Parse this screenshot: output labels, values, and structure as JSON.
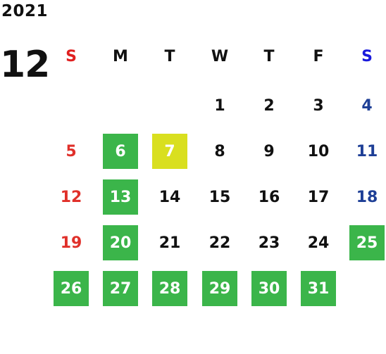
{
  "calendar": {
    "year": "2021",
    "month": "12",
    "weekdays": [
      "S",
      "M",
      "T",
      "W",
      "T",
      "F",
      "S"
    ],
    "weekday_colors": [
      "#e02020",
      "#111111",
      "#111111",
      "#111111",
      "#111111",
      "#111111",
      "#1a1adc"
    ],
    "colors": {
      "sunday": "#e0302a",
      "saturday": "#1e3f96",
      "weekday": "#111111",
      "holiday_bg": "#3bb54a",
      "today_bg": "#d9df1f",
      "highlight_text": "#ffffff"
    },
    "weeks": [
      [
        null,
        null,
        null,
        {
          "day": "1"
        },
        {
          "day": "2"
        },
        {
          "day": "3"
        },
        {
          "day": "4"
        }
      ],
      [
        {
          "day": "5"
        },
        {
          "day": "6",
          "mark": "holiday"
        },
        {
          "day": "7",
          "mark": "today"
        },
        {
          "day": "8"
        },
        {
          "day": "9"
        },
        {
          "day": "10"
        },
        {
          "day": "11"
        }
      ],
      [
        {
          "day": "12"
        },
        {
          "day": "13",
          "mark": "holiday"
        },
        {
          "day": "14"
        },
        {
          "day": "15"
        },
        {
          "day": "16"
        },
        {
          "day": "17"
        },
        {
          "day": "18"
        }
      ],
      [
        {
          "day": "19"
        },
        {
          "day": "20",
          "mark": "holiday"
        },
        {
          "day": "21"
        },
        {
          "day": "22"
        },
        {
          "day": "23"
        },
        {
          "day": "24"
        },
        {
          "day": "25",
          "mark": "holiday"
        }
      ],
      [
        {
          "day": "26",
          "mark": "holiday"
        },
        {
          "day": "27",
          "mark": "holiday"
        },
        {
          "day": "28",
          "mark": "holiday"
        },
        {
          "day": "29",
          "mark": "holiday"
        },
        {
          "day": "30",
          "mark": "holiday"
        },
        {
          "day": "31",
          "mark": "holiday"
        },
        null
      ]
    ]
  }
}
